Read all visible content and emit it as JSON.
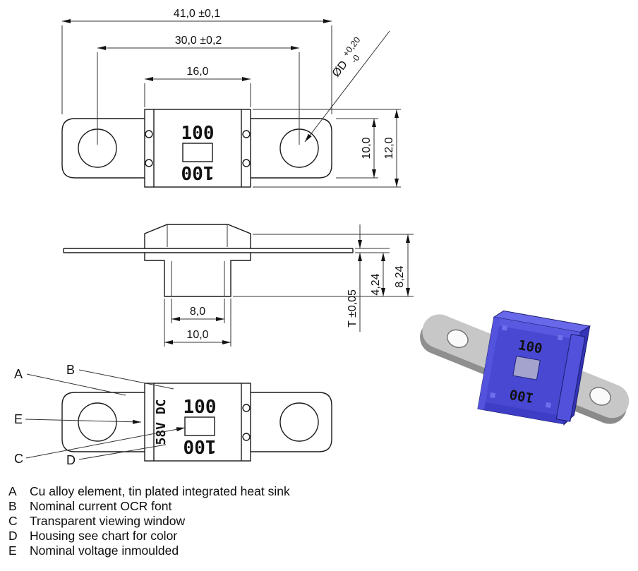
{
  "views": {
    "top": {
      "dim_overall": "41,0 ±0,1",
      "dim_centers": "30,0 ±0,2",
      "dim_body": "16,0",
      "hole_dia": "ØD",
      "hole_tol_plus": "+0,20",
      "hole_tol_minus": "-0",
      "dim_tab": "10,0",
      "dim_height": "12,0",
      "marking": "100"
    },
    "side": {
      "dim_inner": "8,0",
      "dim_outer": "10,0",
      "dim_thickness": "T ±0,05",
      "dim_h1": "4,24",
      "dim_h2": "8,24"
    },
    "front": {
      "marking": "100",
      "voltage": "58V DC",
      "callout_a": "A",
      "callout_b": "B",
      "callout_c": "C",
      "callout_d": "D",
      "callout_e": "E"
    }
  },
  "legend": {
    "items": [
      {
        "key": "A",
        "text": "Cu alloy element, tin plated integrated heat sink"
      },
      {
        "key": "B",
        "text": "Nominal current OCR font"
      },
      {
        "key": "C",
        "text": "Transparent viewing window"
      },
      {
        "key": "D",
        "text": "Housing see chart for color"
      },
      {
        "key": "E",
        "text": "Nominal voltage inmoulded"
      }
    ]
  },
  "render3d": {
    "marking": "100",
    "body_color": "#4848d3",
    "metal_color": "#c7c7c7"
  }
}
